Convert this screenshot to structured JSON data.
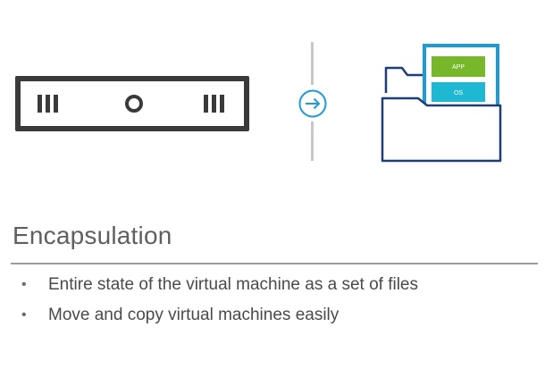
{
  "illustration": {
    "server_icon": "physical-server-icon",
    "arrow_icon": "circle-arrow-right-icon",
    "folder_icon": "vm-folder-icon",
    "app_label": "APP",
    "os_label": "OS",
    "colors": {
      "server": "#3a3a3a",
      "divider": "#c7c7c7",
      "arrow": "#1d9bd7",
      "folder": "#1f3d7a",
      "card": "#1d9bd7",
      "app": "#76b82a",
      "os": "#1fb8d3"
    }
  },
  "section": {
    "title": "Encapsulation",
    "bullets": [
      "Entire state of the virtual machine as a set of files",
      "Move and copy virtual machines easily"
    ]
  }
}
